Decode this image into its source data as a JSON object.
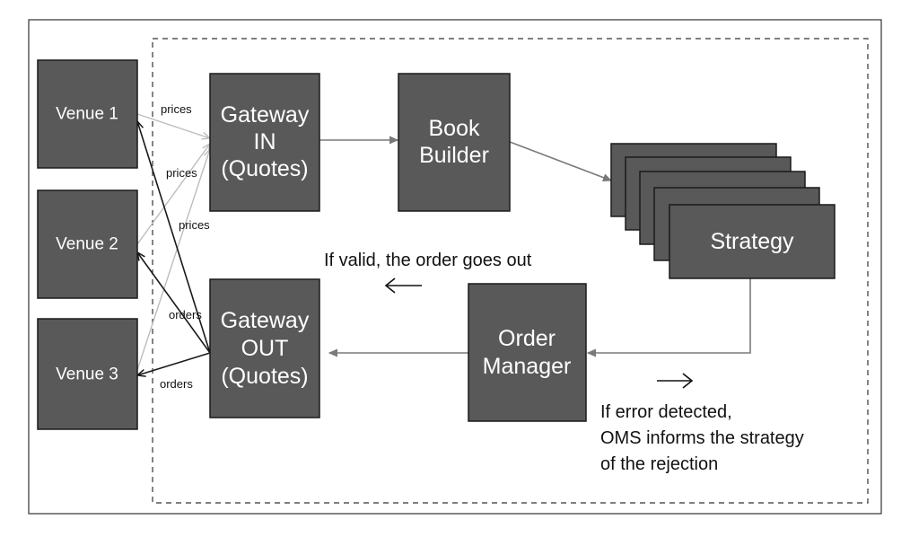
{
  "nodes": {
    "venue1": "Venue 1",
    "venue2": "Venue 2",
    "venue3": "Venue 3",
    "gateway_in": [
      "Gateway",
      "IN",
      "(Quotes)"
    ],
    "book_builder": [
      "Book",
      "Builder"
    ],
    "strategy": "Strategy",
    "order_manager": [
      "Order",
      "Manager"
    ],
    "gateway_out": [
      "Gateway",
      "OUT",
      "(Quotes)"
    ]
  },
  "edge_labels": {
    "prices_1": "prices",
    "prices_2": "prices",
    "prices_3": "prices",
    "orders_1": "orders",
    "orders_2": "orders"
  },
  "notes": {
    "valid": "If valid, the order goes out",
    "error": [
      "If error detected,",
      "OMS informs the strategy",
      "of the rejection"
    ]
  },
  "colors": {
    "node_fill": "#595959",
    "node_text": "#ffffff",
    "price_line": "#bdbdbd",
    "order_line": "#1a1a1a",
    "internal_line": "#7a7a7a"
  }
}
